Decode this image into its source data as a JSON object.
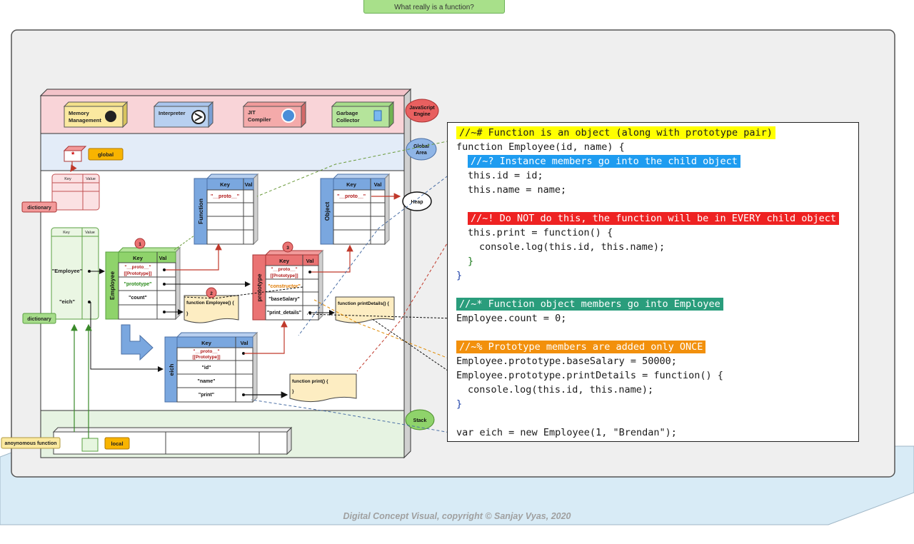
{
  "header": {
    "title": "What really is a function?"
  },
  "footer": {
    "credit": "Digital Concept Visual, copyright © Sanjay Vyas, 2020"
  },
  "engine": {
    "label": "JavaScript Engine",
    "components": {
      "memory": "Memory Management",
      "interpreter": "Interpreter",
      "jit": "JIT Compiler",
      "gc": "Garbage Collector"
    }
  },
  "areas": {
    "global": "Global Area",
    "heap": "Heap",
    "stack": "Stack"
  },
  "global_area": {
    "symbol": "*",
    "label": "global"
  },
  "stack_area": {
    "frame_label": "anoynomous function",
    "local_label": "local"
  },
  "dictionaries": {
    "global_dict": {
      "key_header": "Key",
      "value_header": "Value",
      "label": "dictionary"
    },
    "scope_dict": {
      "key_header": "Key",
      "value_header": "Value",
      "label": "dictionary",
      "entries": [
        "\"Employee\"",
        "\"eich\""
      ]
    }
  },
  "tables": {
    "function_table": {
      "title": "Function",
      "key": "Key",
      "val": "Val",
      "rows": [
        "\"__proto__\"",
        "",
        "",
        ""
      ]
    },
    "object_table": {
      "title": "Object",
      "key": "Key",
      "val": "Val",
      "rows": [
        "\"__proto__\"",
        "",
        "",
        ""
      ]
    },
    "employee_table": {
      "title": "Employee",
      "badge": "1",
      "key": "Key",
      "val": "Val",
      "proto_label": "\"__proto__\"",
      "proto_sub": "[[Prototype]]",
      "prototype_row": "\"prototype\"",
      "count_row": "\"count\""
    },
    "prototype_table": {
      "title": "prototype",
      "badge": "3",
      "key": "Key",
      "val": "Val",
      "proto_label": "\"__proto__\"",
      "proto_sub": "[[Prototype]]",
      "constructor_row": "\"constructor\"",
      "salary_row": "\"baseSalary\"",
      "details_row": "\"print_details\""
    },
    "eich_table": {
      "title": "eich",
      "key": "Key",
      "val": "Val",
      "proto_label": "\"__proto__\"",
      "proto_sub": "[[Prototype]]",
      "rows": [
        "\"id\"",
        "\"name\"",
        "\"print\""
      ]
    }
  },
  "notes": {
    "employee_fn": "function Employee() {",
    "employee_fn_close": "}",
    "employee_badge": "2",
    "print_details_fn": "function printDetails() {",
    "print_details_close": "}",
    "print_fn": "function print() {",
    "print_fn_close": "}"
  },
  "code": [
    "//~# Function is an object (along with prototype pair)",
    "function Employee(id, name) {",
    "//~? Instance members go into the child object",
    "this.id = id;",
    "this.name = name;",
    "",
    "//~! Do NOT do this, the function will be in EVERY child object",
    "this.print = function() {",
    "console.log(this.id, this.name);",
    "}",
    "}",
    "",
    "//~* Function object members go into Employee",
    "Employee.count = 0;",
    "",
    "//~% Prototype members are added only ONCE",
    "Employee.prototype.baseSalary = 50000;",
    "Employee.prototype.printDetails = function() {",
    "console.log(this.id, this.name);",
    "}",
    "",
    "var eich = new Employee(1, \"Brendan\");"
  ],
  "colors": {
    "engine_band": "#f9d4d8",
    "global_band": "#e3ecf8",
    "stack_band": "#e6f3e2",
    "green_table": "#8fd36b",
    "blue_table": "#7aa7df",
    "red_table": "#ea7373",
    "cloud": "#e86060",
    "cloud_blue": "#8fb5e6",
    "cloud_green": "#8fd36b",
    "highlight_yellow": "#ffff00",
    "highlight_blue": "#1e9cf0",
    "highlight_red": "#ee2222",
    "highlight_teal": "#2a9d7c",
    "highlight_orange": "#f2900c"
  }
}
